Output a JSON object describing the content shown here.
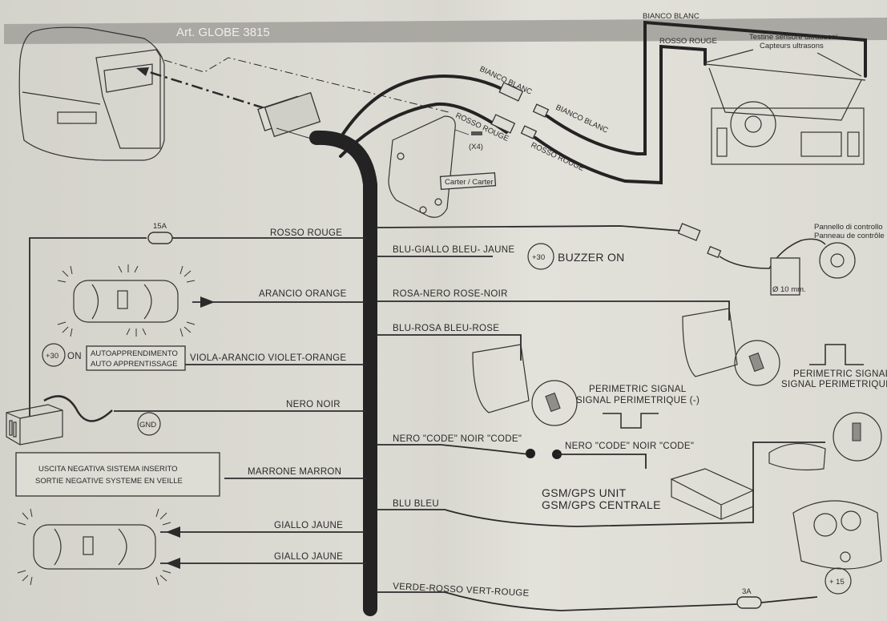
{
  "header": {
    "title": "Art. GLOBE 3815",
    "bar_color": "#a9a8a3"
  },
  "colors": {
    "paper": "#dad9d2",
    "ink": "#2b2b2b",
    "harness": "#232323"
  },
  "components": {
    "carter_label": "Carter / Carter",
    "screws_label": "(X4)",
    "sensor_heads": [
      "Testine sensore ultrasuoni",
      "Capteurs ultrasons"
    ],
    "control_panel": [
      "Pannello di controllo",
      "Panneau de contrôle"
    ],
    "drill_size": "Ø 10 mm.",
    "gsm_unit": [
      "GSM/GPS UNIT",
      "GSM/GPS CENTRALE"
    ],
    "autolearn_box": [
      "AUTOAPPRENDIMENTO",
      "AUTO APPRENTISSAGE"
    ],
    "negative_output_box": [
      "USCITA NEGATIVA SISTEMA INSERITO",
      "SORTIE NEGATIVE SYSTEME EN VEILLE"
    ],
    "perimetric_neg": [
      "PERIMETRIC SIGNAL",
      "SIGNAL PERIMETRIQUE (-)"
    ],
    "perimetric_pos": [
      "PERIMETRIC SIGNAL",
      "SIGNAL PERIMETRIQUE (+"
    ]
  },
  "badges": {
    "plus30_on": "+30",
    "on": "ON",
    "plus30_buzzer": "+30",
    "buzzer_on": "BUZZER ON",
    "gnd": "GND",
    "plus15": "+ 15"
  },
  "fuses": {
    "main": "15A",
    "ignition": "3A"
  },
  "wires_top": {
    "bianco_blanc_1": "BIANCO BLANC",
    "rosso_rouge_1": "ROSSO ROUGE",
    "bianco_blanc_2": "BIANCO BLANC",
    "rosso_rouge_2": "ROSSO ROUGE",
    "bianco_blanc_sensor": "BIANCO  BLANC",
    "rosso_rouge_sensor": "ROSSO  ROUGE"
  },
  "wires_left": [
    {
      "label": "ROSSO  ROUGE"
    },
    {
      "label": "ARANCIO  ORANGE"
    },
    {
      "label": "VIOLA-ARANCIO  VIOLET-ORANGE"
    },
    {
      "label": "NERO  NOIR"
    },
    {
      "label": "MARRONE  MARRON"
    },
    {
      "label": "GIALLO  JAUNE"
    },
    {
      "label": "GIALLO  JAUNE"
    }
  ],
  "wires_right": [
    {
      "label": "BLU-GIALLO BLEU- JAUNE"
    },
    {
      "label": "ROSA-NERO  ROSE-NOIR"
    },
    {
      "label": "BLU-ROSA BLEU-ROSE"
    },
    {
      "label": "NERO \"CODE\"  NOIR \"CODE\""
    },
    {
      "label": "NERO \"CODE\"  NOIR \"CODE\""
    },
    {
      "label": "BLU  BLEU"
    },
    {
      "label": "VERDE-ROSSO VERT-ROUGE"
    }
  ]
}
